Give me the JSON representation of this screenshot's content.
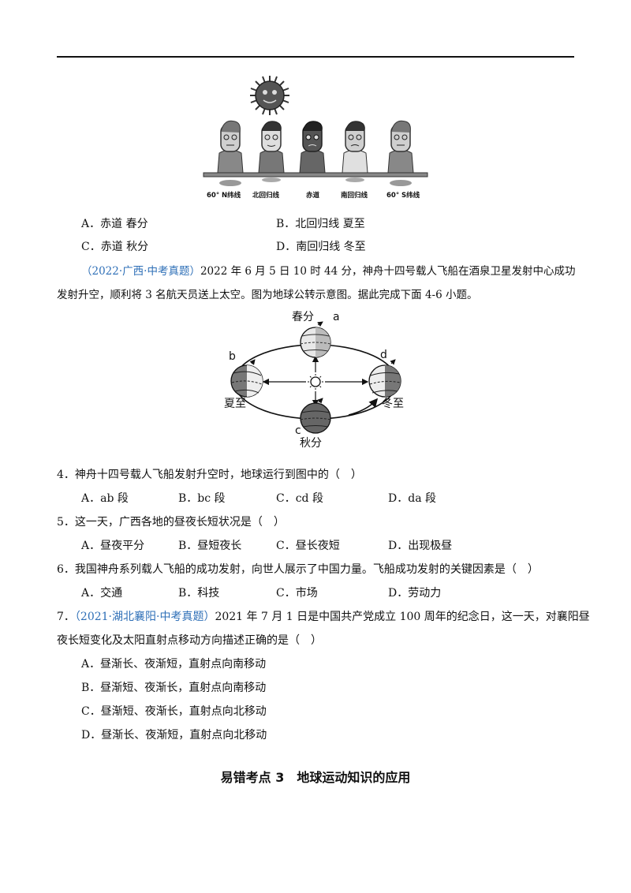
{
  "figure1": {
    "labels": [
      "60° N纬线",
      "北回归线",
      "赤道",
      "南回归线",
      "60° S纬线"
    ]
  },
  "q3_options": [
    {
      "key": "A．",
      "text": "赤道 春分"
    },
    {
      "key": "B．",
      "text": "北回归线 夏至"
    },
    {
      "key": "C．",
      "text": "赤道 秋分"
    },
    {
      "key": "D．",
      "text": "南回归线 冬至"
    }
  ],
  "intro": {
    "source": "（2022·广西·中考真题）",
    "line1_rest": "2022 年 6 月 5 日 10 时 44 分，神舟十四号载人飞船在酒泉卫星发射中心成功",
    "line2": "发射升空，顺利将 3 名航天员送上太空。图为地球公转示意图。据此完成下面 4-6 小题。"
  },
  "figure2": {
    "spring": "春分",
    "a": "a",
    "summer": "夏至",
    "b": "b",
    "autumn": "秋分",
    "c": "c",
    "winter": "冬至",
    "d": "d"
  },
  "q4": {
    "stem": "4．神舟十四号载人飞船发射升空时，地球运行到图中的（　）",
    "options": [
      {
        "key": "A．",
        "text": "ab 段"
      },
      {
        "key": "B．",
        "text": "bc 段"
      },
      {
        "key": "C．",
        "text": "cd 段"
      },
      {
        "key": "D．",
        "text": "da 段"
      }
    ]
  },
  "q5": {
    "stem": "5．这一天，广西各地的昼夜长短状况是（　）",
    "options": [
      {
        "key": "A．",
        "text": "昼夜平分"
      },
      {
        "key": "B．",
        "text": "昼短夜长"
      },
      {
        "key": "C．",
        "text": "昼长夜短"
      },
      {
        "key": "D．",
        "text": "出现极昼"
      }
    ]
  },
  "q6": {
    "stem": "6．我国神舟系列载人飞船的成功发射，向世人展示了中国力量。飞船成功发射的关键因素是（　）",
    "options": [
      {
        "key": "A．",
        "text": "交通"
      },
      {
        "key": "B．",
        "text": "科技"
      },
      {
        "key": "C．",
        "text": "市场"
      },
      {
        "key": "D．",
        "text": "劳动力"
      }
    ]
  },
  "q7": {
    "num": "7．",
    "source": "（2021·湖北襄阳·中考真题）",
    "line1_rest": "2021 年 7 月 1 日是中国共产党成立 100 周年的纪念日，这一天，对襄阳昼",
    "line2": "夜长短变化及太阳直射点移动方向描述正确的是（　）",
    "options": [
      "A．昼渐长、夜渐短，直射点向南移动",
      "B．昼渐短、夜渐长，直射点向南移动",
      "C．昼渐短、夜渐长，直射点向北移动",
      "D．昼渐长、夜渐短，直射点向北移动"
    ]
  },
  "section_heading": "易错考点 3　地球运动知识的应用"
}
